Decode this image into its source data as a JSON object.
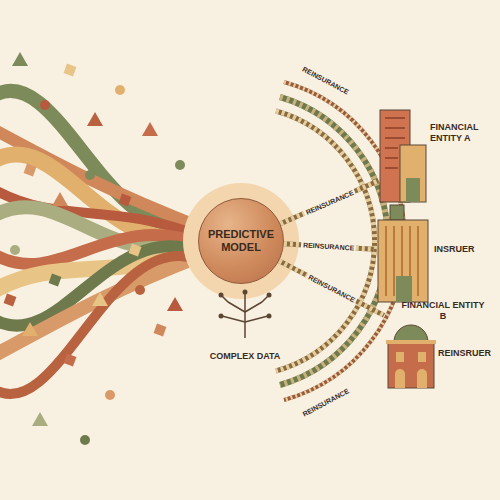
{
  "diagram": {
    "nodes": [
      {
        "text": [
          "PREDICTIVE MODEL"
        ]
      },
      {
        "text": [
          "FINANCIAL ENTITY A"
        ]
      },
      {
        "text": [
          "INSRUER"
        ]
      },
      {
        "text": [
          "FINANCIAL ENTITY B",
          "REINSRUER"
        ]
      }
    ],
    "edges": [
      {
        "from": 0,
        "to": 1,
        "arrow": "none",
        "label": "REINSURANCE"
      },
      {
        "from": 0,
        "to": 2,
        "arrow": "none",
        "label": "REINSURANCE"
      },
      {
        "from": 0,
        "to": 3,
        "arrow": "none",
        "label": "REINSURANCE"
      }
    ],
    "labels": [
      "COMPLEX DATA",
      "REINSURANCE",
      "REINSURANCE"
    ]
  }
}
